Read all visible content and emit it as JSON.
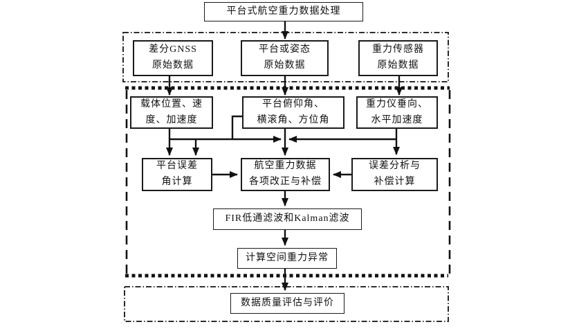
{
  "diagram": {
    "title": "平台式航空重力数据处理",
    "nodes": {
      "gnss_raw": "差分GNSS\n原始数据",
      "platform_raw": "平台或姿态\n原始数据",
      "sensor_raw": "重力传感器\n原始数据",
      "carrier_state": "载体位置、速\n度、加速度",
      "attitude_angles": "平台俯仰角、\n横滚角、方位角",
      "gravimeter_acc": "重力仪垂向、\n水平加速度",
      "platform_error_angle": "平台误差\n角计算",
      "corrections": "航空重力数据\n各项改正与补偿",
      "error_analysis": "误差分析与\n补偿计算",
      "filtering": "FIR低通滤波和Kalman滤波",
      "free_air_anomaly": "计算空间重力异常",
      "quality_eval": "数据质量评估与评价"
    },
    "colors": {
      "line": "#111111",
      "background": "#ffffff"
    }
  }
}
